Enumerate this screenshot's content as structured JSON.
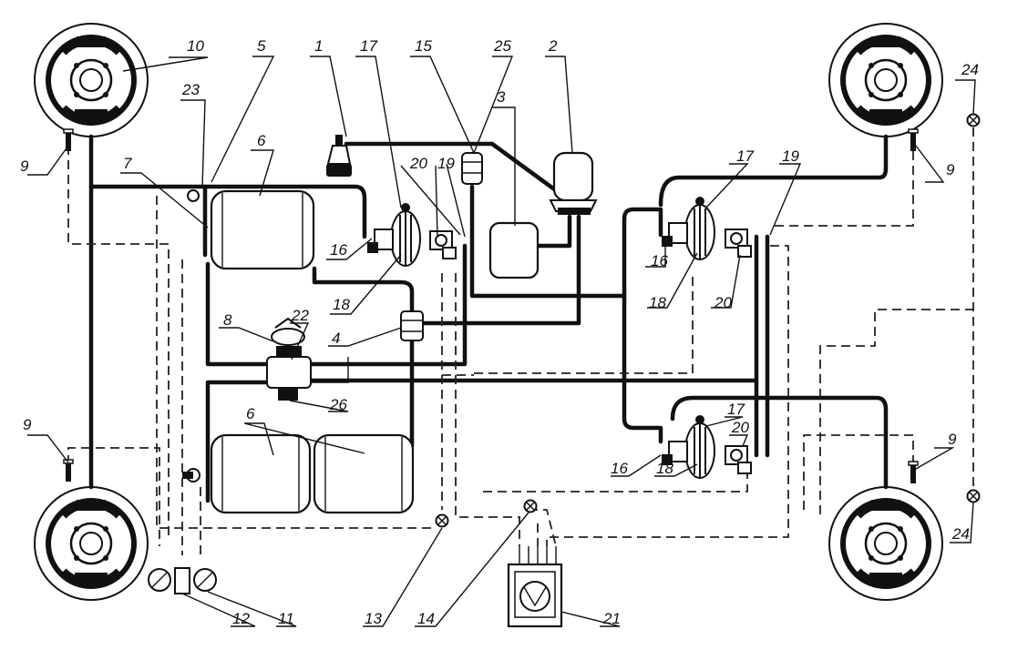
{
  "labels": {
    "l1": "1",
    "l2": "2",
    "l3": "3",
    "l4": "4",
    "l5": "5",
    "l6a": "6",
    "l6b": "6",
    "l7": "7",
    "l8": "8",
    "l9a": "9",
    "l9b": "9",
    "l9c": "9",
    "l9d": "9",
    "l10": "10",
    "l11": "11",
    "l12": "12",
    "l13": "13",
    "l14": "14",
    "l15": "15",
    "l16a": "16",
    "l16b": "16",
    "l16c": "16",
    "l17a": "17",
    "l17b": "17",
    "l17c": "17",
    "l18a": "18",
    "l18b": "18",
    "l18c": "18",
    "l19a": "19",
    "l19b": "19",
    "l20a": "20",
    "l20b": "20",
    "l20c": "20",
    "l21": "21",
    "l22": "22",
    "l23": "23",
    "l24a": "24",
    "l24b": "24",
    "l25": "25",
    "l26": "26"
  }
}
